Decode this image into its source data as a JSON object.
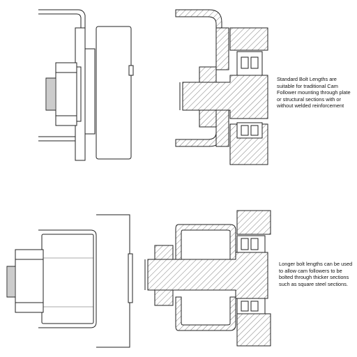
{
  "notes": [
    {
      "id": "standard",
      "lines": [
        "Standard Bolt Lengths are",
        "suitable for traditional Cam",
        "Follower mounting through plate",
        "or structural sections with or",
        "without welded reinforcement"
      ]
    },
    {
      "id": "longer",
      "lines": [
        "Longer bolt lengths can be used",
        "to allow cam followers to be",
        "bolted through thicker sections",
        "such as square steel sections."
      ]
    }
  ],
  "colors": {
    "line": "#222222",
    "background": "#ffffff"
  }
}
